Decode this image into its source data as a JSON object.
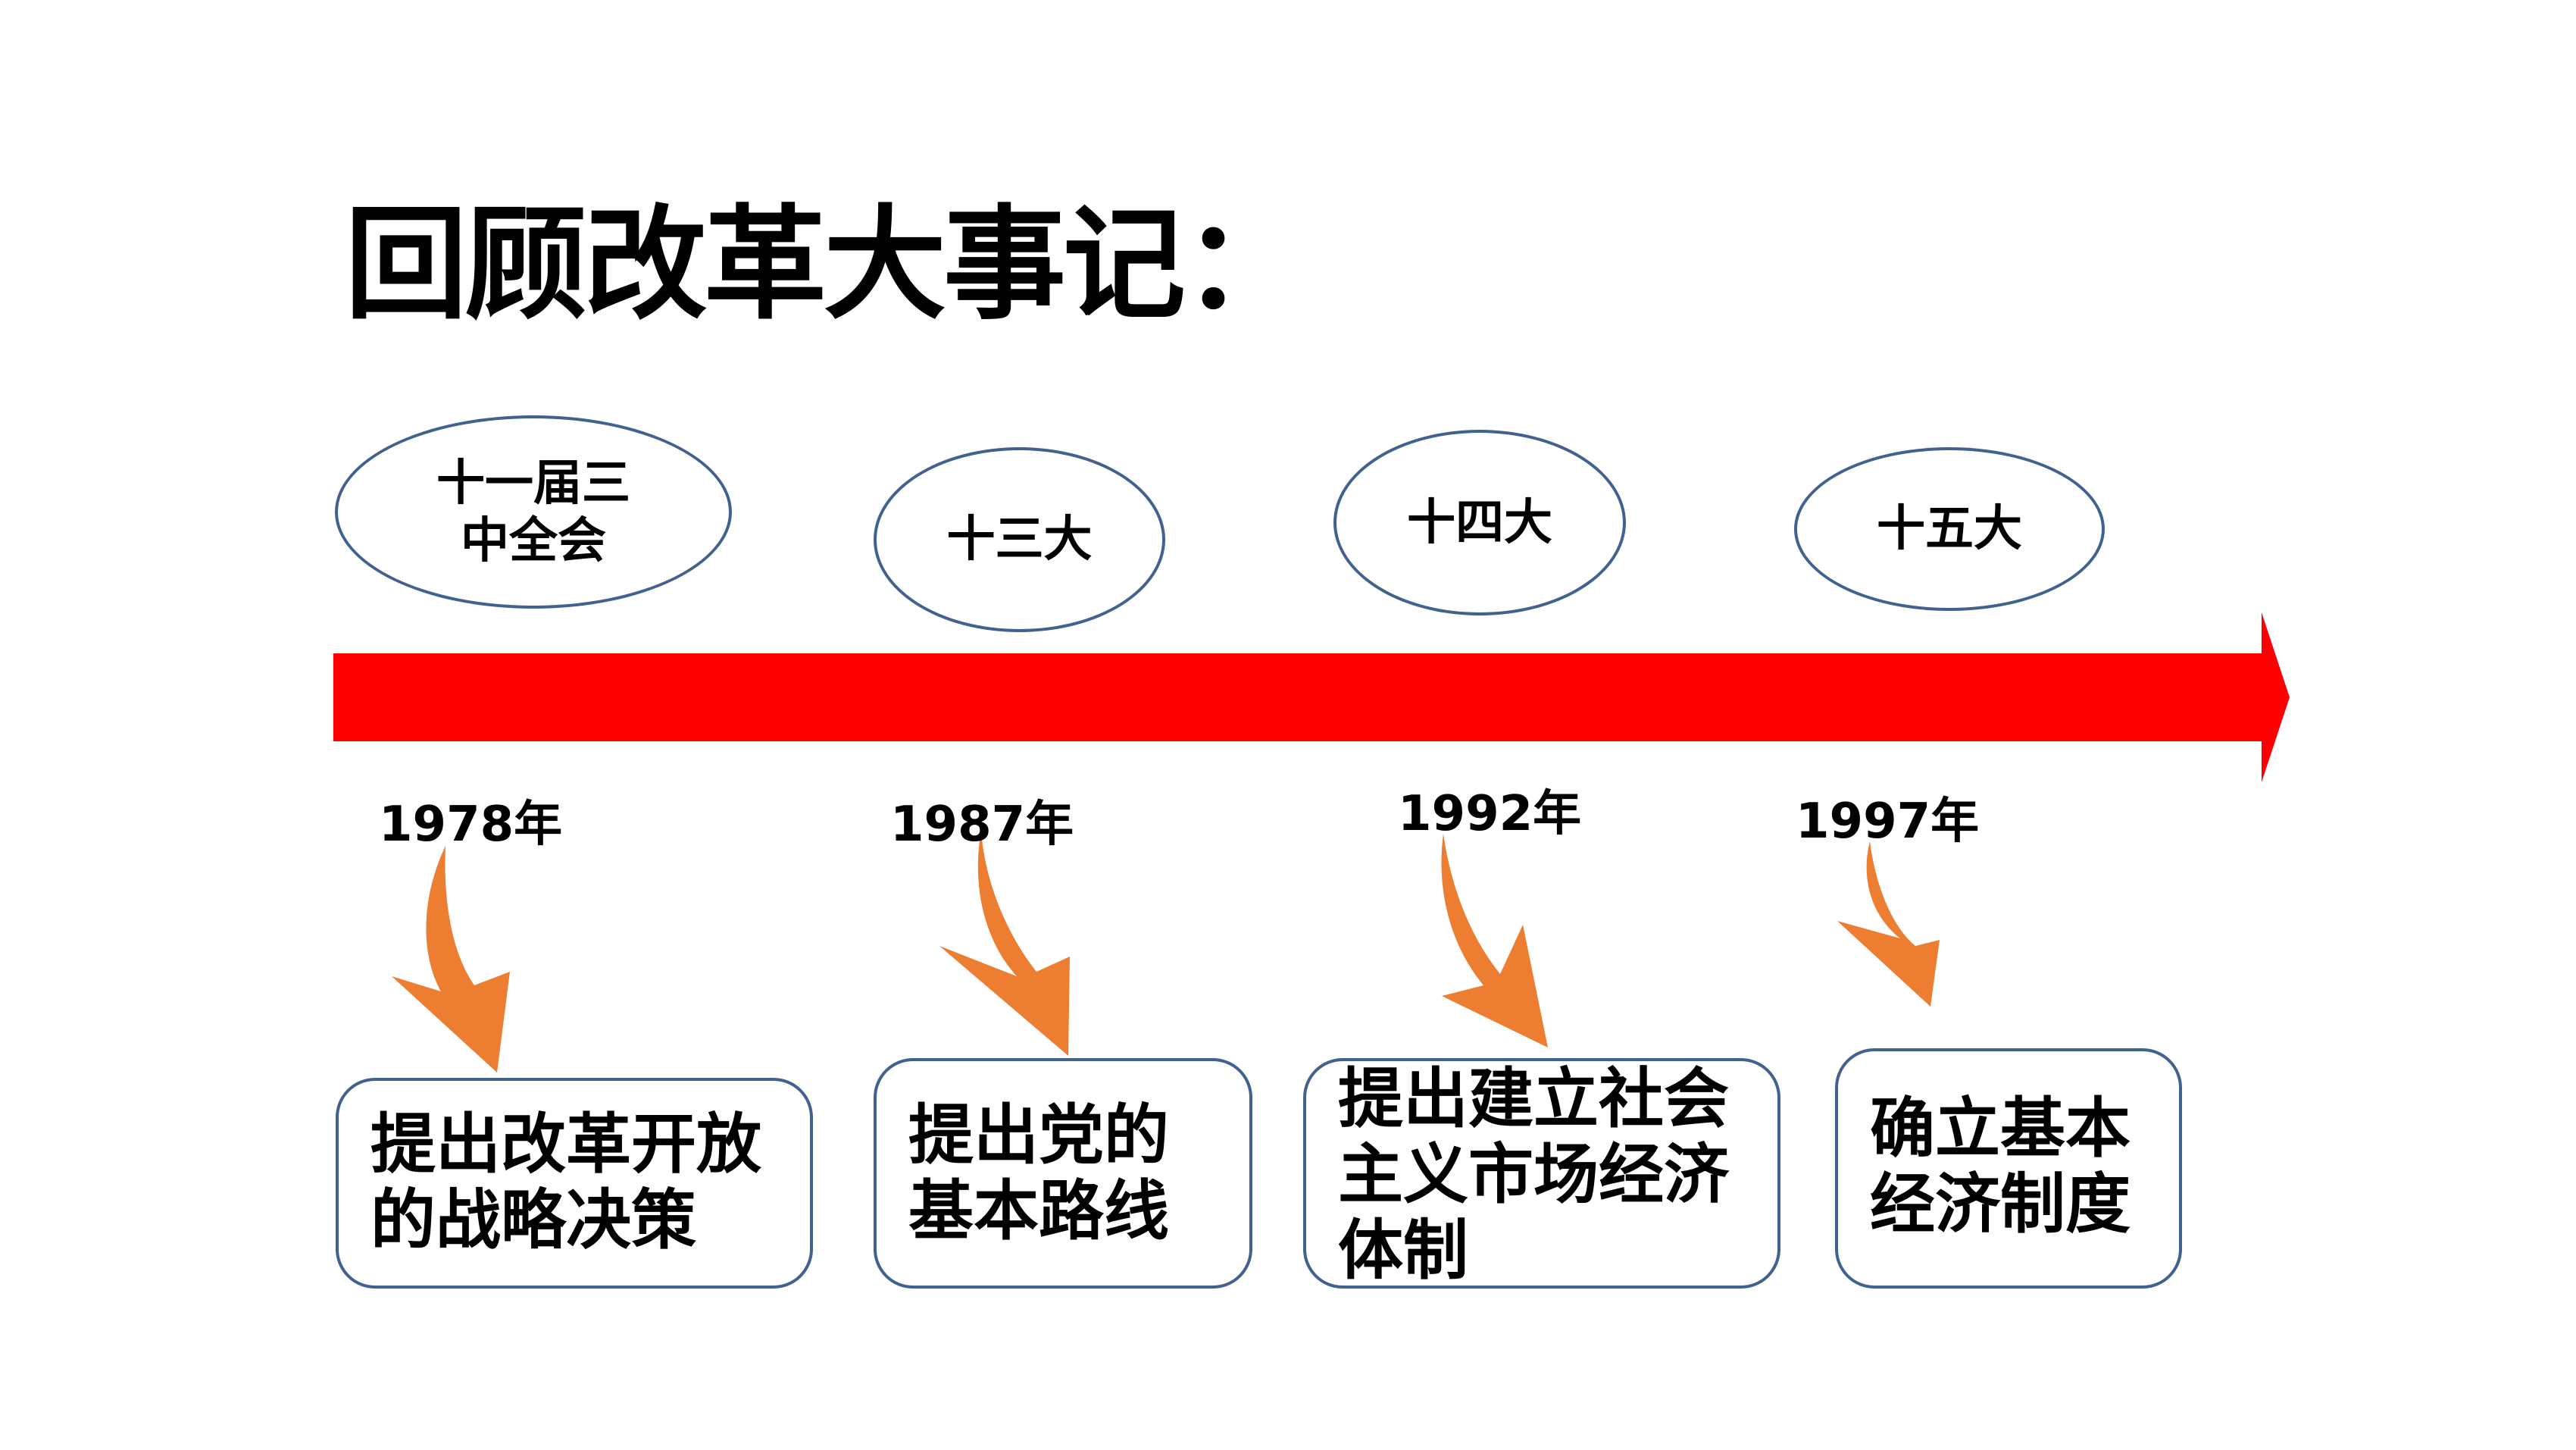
{
  "title": "回顾改革大事记：",
  "colors": {
    "timeline": "#ff0000",
    "arrow": "#ed7d31",
    "outline": "#41618e"
  },
  "events": [
    {
      "meeting": "十一届三\n中全会",
      "year": "1978年",
      "content": "提出改革开放\n的战略决策"
    },
    {
      "meeting": "十三大",
      "year": "1987年",
      "content": "提出党的\n基本路线"
    },
    {
      "meeting": "十四大",
      "year": "1992年",
      "content": "提出建立社会\n主义市场经济\n体制"
    },
    {
      "meeting": "十五大",
      "year": "1997年",
      "content": "确立基本\n经济制度"
    }
  ]
}
